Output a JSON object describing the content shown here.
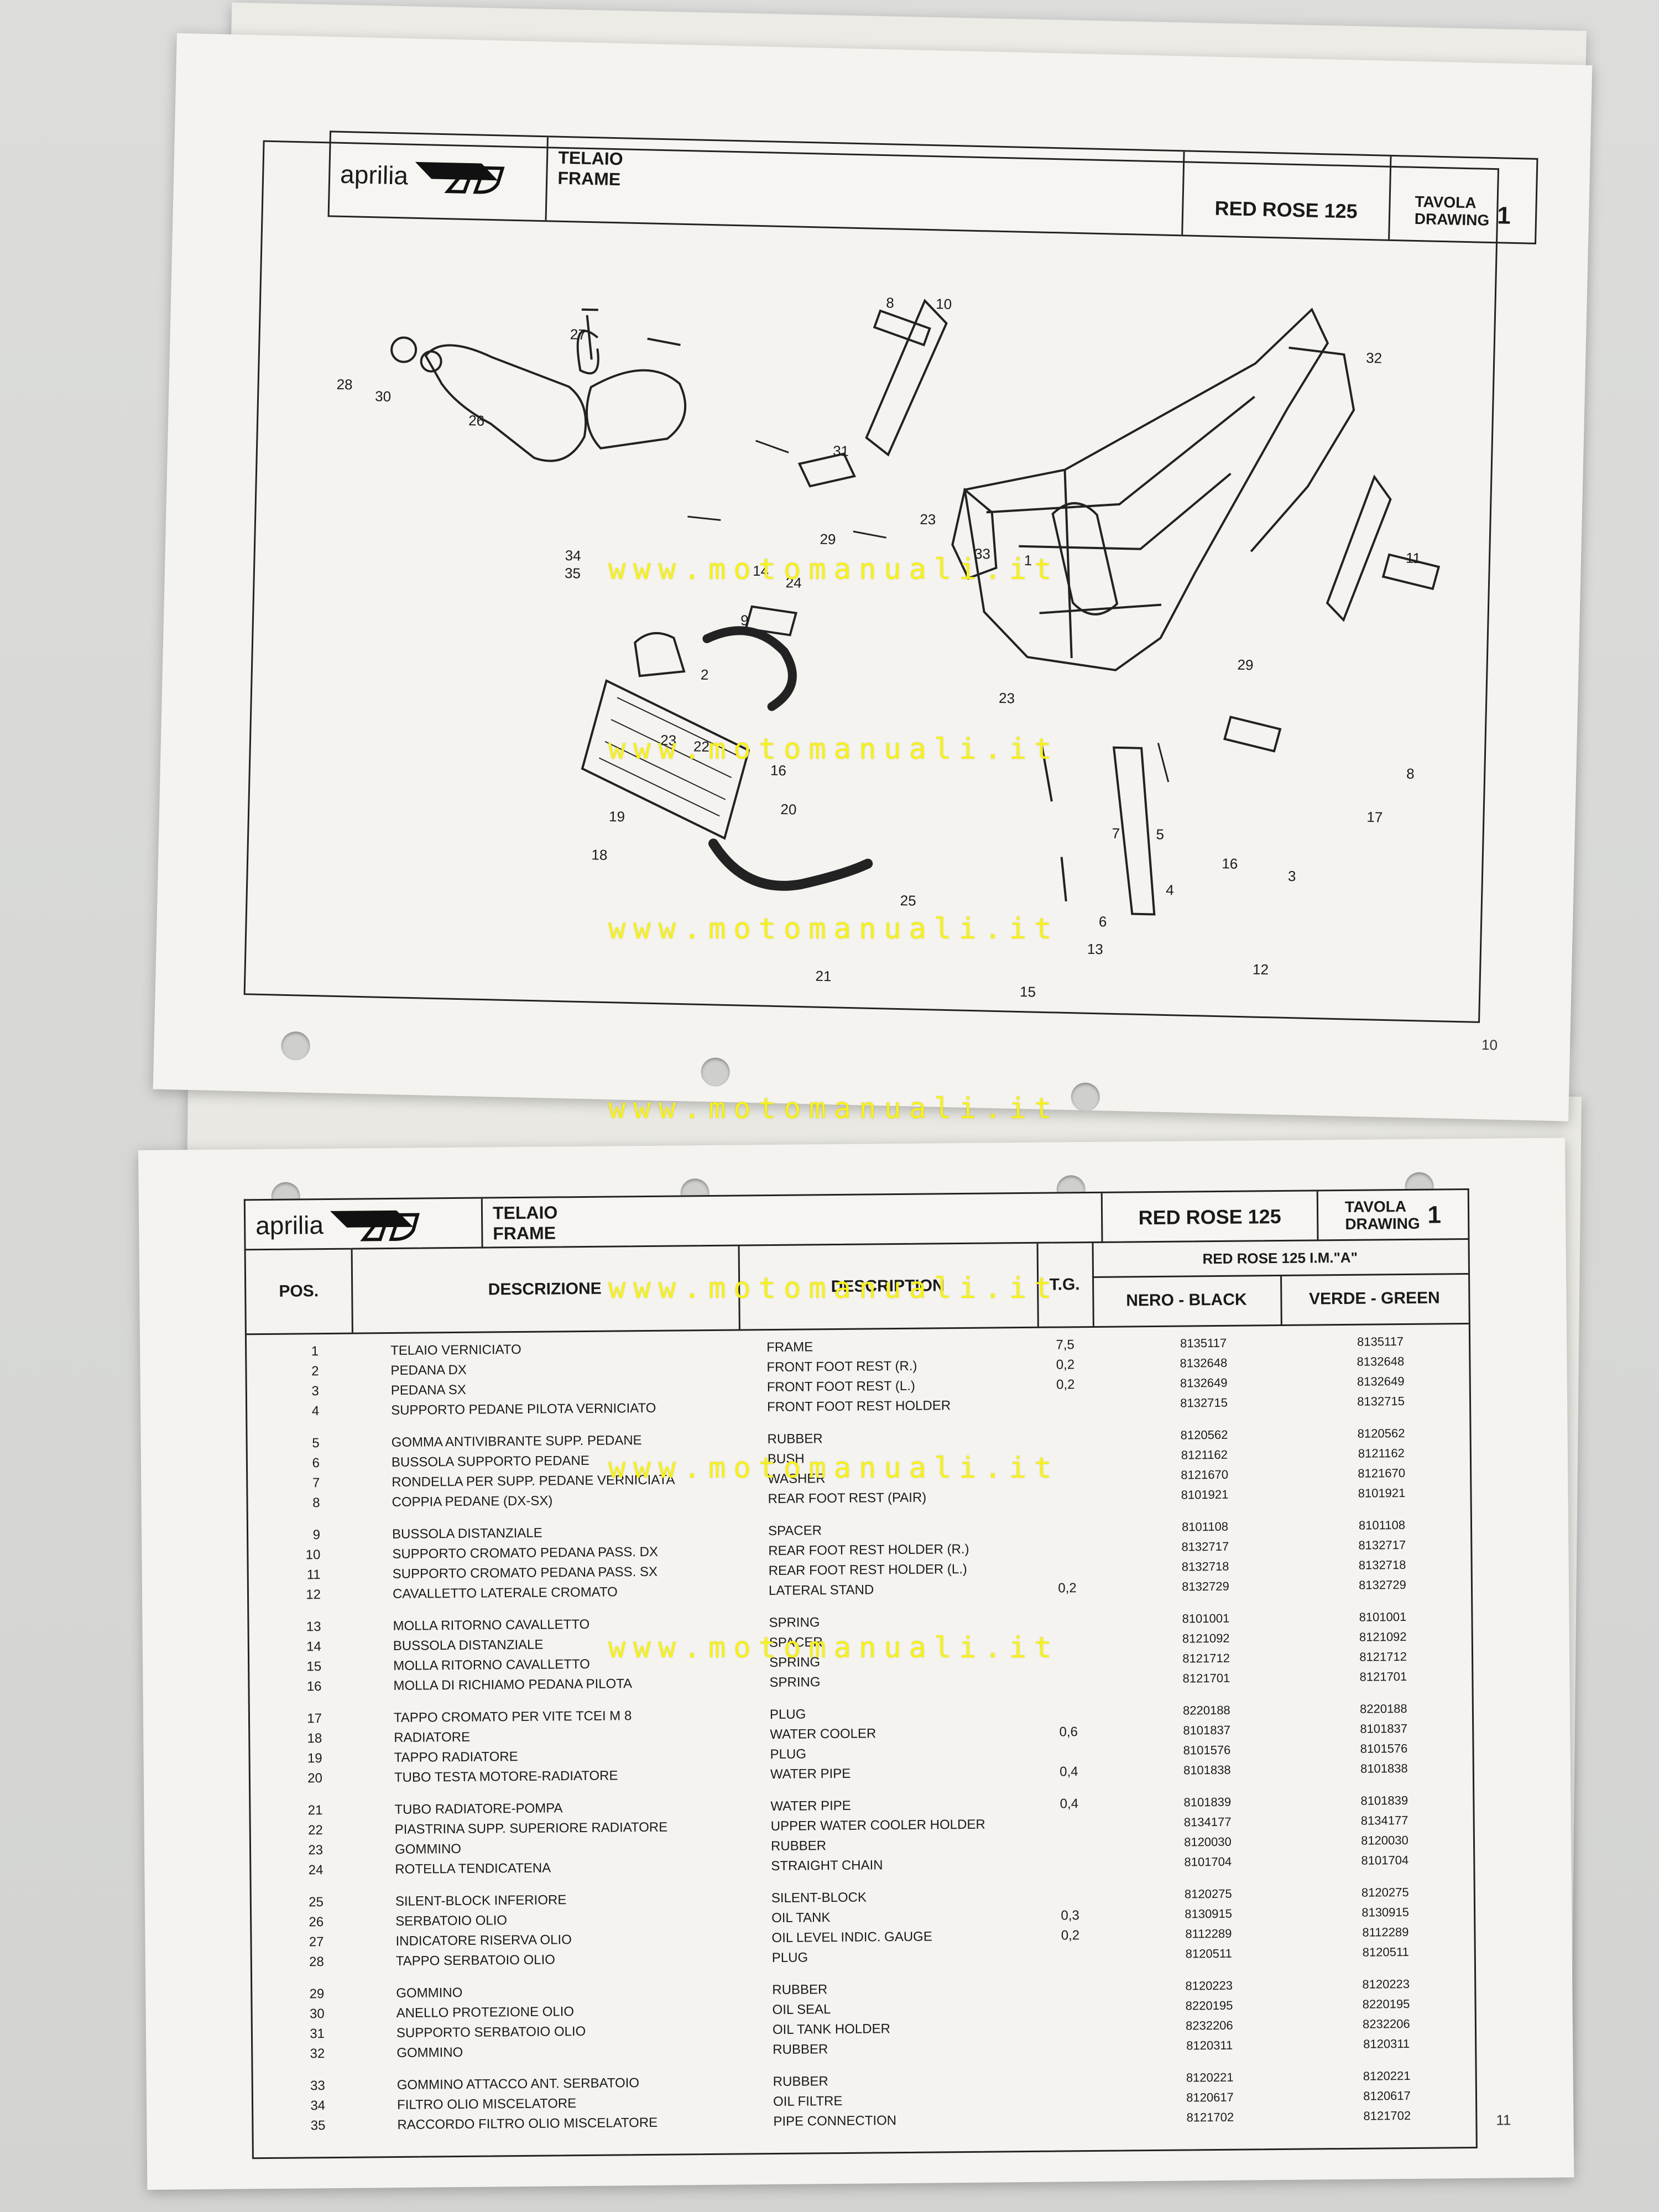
{
  "watermark": "www.motomanuali.it",
  "brand": {
    "name": "aprilia"
  },
  "section": {
    "it": "TELAIO",
    "en": "FRAME"
  },
  "model": "RED ROSE 125",
  "drawing": {
    "label_it": "TAVOLA",
    "label_en": "DRAWING",
    "number": "1"
  },
  "upper_page": {
    "page_number": "10",
    "callouts": [
      "1",
      "2",
      "3",
      "4",
      "5",
      "6",
      "7",
      "8",
      "9",
      "10",
      "11",
      "12",
      "13",
      "14",
      "15",
      "16",
      "17",
      "18",
      "19",
      "20",
      "21",
      "22",
      "23",
      "24",
      "25",
      "26",
      "27",
      "28",
      "29",
      "30",
      "31",
      "32",
      "33",
      "34",
      "35"
    ]
  },
  "lower_page": {
    "page_number": "11",
    "variant_header": "RED ROSE 125 I.M.\"A\"",
    "columns": {
      "pos": "POS.",
      "it": "DESCRIZIONE",
      "en": "DESCRIPTION",
      "tg": "T.G.",
      "black": "NERO - BLACK",
      "green": "VERDE - GREEN"
    },
    "rows": [
      {
        "pos": "1",
        "it": "TELAIO VERNICIATO",
        "en": "FRAME",
        "tg": "7,5",
        "black": "8135117",
        "green": "8135117"
      },
      {
        "pos": "2",
        "it": "PEDANA DX",
        "en": "FRONT FOOT REST (R.)",
        "tg": "0,2",
        "black": "8132648",
        "green": "8132648"
      },
      {
        "pos": "3",
        "it": "PEDANA SX",
        "en": "FRONT FOOT REST (L.)",
        "tg": "0,2",
        "black": "8132649",
        "green": "8132649"
      },
      {
        "pos": "4",
        "it": "SUPPORTO PEDANE PILOTA VERNICIATO",
        "en": "FRONT FOOT REST HOLDER",
        "tg": "",
        "black": "8132715",
        "green": "8132715"
      },
      {
        "pos": "5",
        "it": "GOMMA ANTIVIBRANTE SUPP. PEDANE",
        "en": "RUBBER",
        "tg": "",
        "black": "8120562",
        "green": "8120562"
      },
      {
        "pos": "6",
        "it": "BUSSOLA SUPPORTO PEDANE",
        "en": "BUSH",
        "tg": "",
        "black": "8121162",
        "green": "8121162"
      },
      {
        "pos": "7",
        "it": "RONDELLA PER SUPP. PEDANE VERNICIATA",
        "en": "WASHER",
        "tg": "",
        "black": "8121670",
        "green": "8121670"
      },
      {
        "pos": "8",
        "it": "COPPIA PEDANE (DX-SX)",
        "en": "REAR FOOT REST (PAIR)",
        "tg": "",
        "black": "8101921",
        "green": "8101921"
      },
      {
        "pos": "9",
        "it": "BUSSOLA DISTANZIALE",
        "en": "SPACER",
        "tg": "",
        "black": "8101108",
        "green": "8101108"
      },
      {
        "pos": "10",
        "it": "SUPPORTO CROMATO PEDANA PASS. DX",
        "en": "REAR FOOT REST HOLDER (R.)",
        "tg": "",
        "black": "8132717",
        "green": "8132717"
      },
      {
        "pos": "11",
        "it": "SUPPORTO CROMATO PEDANA PASS. SX",
        "en": "REAR FOOT REST HOLDER (L.)",
        "tg": "",
        "black": "8132718",
        "green": "8132718"
      },
      {
        "pos": "12",
        "it": "CAVALLETTO LATERALE CROMATO",
        "en": "LATERAL STAND",
        "tg": "0,2",
        "black": "8132729",
        "green": "8132729"
      },
      {
        "pos": "13",
        "it": "MOLLA RITORNO CAVALLETTO",
        "en": "SPRING",
        "tg": "",
        "black": "8101001",
        "green": "8101001"
      },
      {
        "pos": "14",
        "it": "BUSSOLA DISTANZIALE",
        "en": "SPACER",
        "tg": "",
        "black": "8121092",
        "green": "8121092"
      },
      {
        "pos": "15",
        "it": "MOLLA RITORNO CAVALLETTO",
        "en": "SPRING",
        "tg": "",
        "black": "8121712",
        "green": "8121712"
      },
      {
        "pos": "16",
        "it": "MOLLA DI RICHIAMO PEDANA PILOTA",
        "en": "SPRING",
        "tg": "",
        "black": "8121701",
        "green": "8121701"
      },
      {
        "pos": "17",
        "it": "TAPPO CROMATO PER VITE TCEI M 8",
        "en": "PLUG",
        "tg": "",
        "black": "8220188",
        "green": "8220188"
      },
      {
        "pos": "18",
        "it": "RADIATORE",
        "en": "WATER COOLER",
        "tg": "0,6",
        "black": "8101837",
        "green": "8101837"
      },
      {
        "pos": "19",
        "it": "TAPPO RADIATORE",
        "en": "PLUG",
        "tg": "",
        "black": "8101576",
        "green": "8101576"
      },
      {
        "pos": "20",
        "it": "TUBO TESTA MOTORE-RADIATORE",
        "en": "WATER PIPE",
        "tg": "0,4",
        "black": "8101838",
        "green": "8101838"
      },
      {
        "pos": "21",
        "it": "TUBO RADIATORE-POMPA",
        "en": "WATER PIPE",
        "tg": "0,4",
        "black": "8101839",
        "green": "8101839"
      },
      {
        "pos": "22",
        "it": "PIASTRINA SUPP. SUPERIORE RADIATORE",
        "en": "UPPER WATER COOLER HOLDER",
        "tg": "",
        "black": "8134177",
        "green": "8134177"
      },
      {
        "pos": "23",
        "it": "GOMMINO",
        "en": "RUBBER",
        "tg": "",
        "black": "8120030",
        "green": "8120030"
      },
      {
        "pos": "24",
        "it": "ROTELLA TENDICATENA",
        "en": "STRAIGHT CHAIN",
        "tg": "",
        "black": "8101704",
        "green": "8101704"
      },
      {
        "pos": "25",
        "it": "SILENT-BLOCK INFERIORE",
        "en": "SILENT-BLOCK",
        "tg": "",
        "black": "8120275",
        "green": "8120275"
      },
      {
        "pos": "26",
        "it": "SERBATOIO OLIO",
        "en": "OIL TANK",
        "tg": "0,3",
        "black": "8130915",
        "green": "8130915"
      },
      {
        "pos": "27",
        "it": "INDICATORE RISERVA OLIO",
        "en": "OIL LEVEL INDIC. GAUGE",
        "tg": "0,2",
        "black": "8112289",
        "green": "8112289"
      },
      {
        "pos": "28",
        "it": "TAPPO SERBATOIO OLIO",
        "en": "PLUG",
        "tg": "",
        "black": "8120511",
        "green": "8120511"
      },
      {
        "pos": "29",
        "it": "GOMMINO",
        "en": "RUBBER",
        "tg": "",
        "black": "8120223",
        "green": "8120223"
      },
      {
        "pos": "30",
        "it": "ANELLO PROTEZIONE OLIO",
        "en": "OIL SEAL",
        "tg": "",
        "black": "8220195",
        "green": "8220195"
      },
      {
        "pos": "31",
        "it": "SUPPORTO SERBATOIO OLIO",
        "en": "OIL TANK HOLDER",
        "tg": "",
        "black": "8232206",
        "green": "8232206"
      },
      {
        "pos": "32",
        "it": "GOMMINO",
        "en": "RUBBER",
        "tg": "",
        "black": "8120311",
        "green": "8120311"
      },
      {
        "pos": "33",
        "it": "GOMMINO ATTACCO ANT. SERBATOIO",
        "en": "RUBBER",
        "tg": "",
        "black": "8120221",
        "green": "8120221"
      },
      {
        "pos": "34",
        "it": "FILTRO OLIO MISCELATORE",
        "en": "OIL FILTRE",
        "tg": "",
        "black": "8120617",
        "green": "8120617"
      },
      {
        "pos": "35",
        "it": "RACCORDO FILTRO OLIO MISCELATORE",
        "en": "PIPE CONNECTION",
        "tg": "",
        "black": "8121702",
        "green": "8121702"
      }
    ]
  }
}
